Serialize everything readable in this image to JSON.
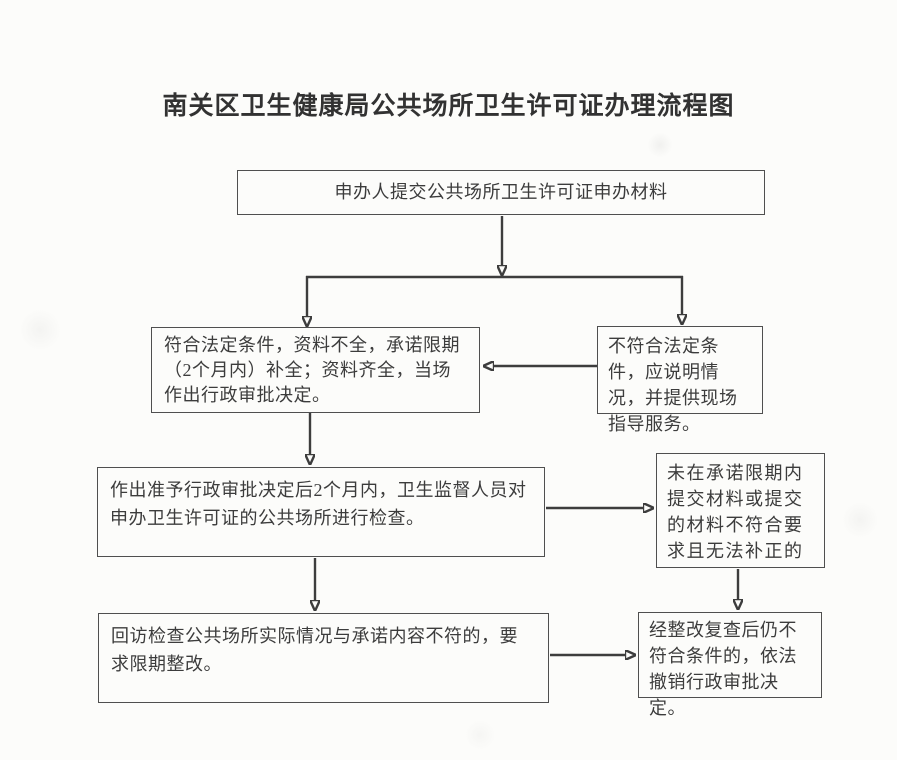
{
  "page": {
    "title": "南关区卫生健康局公共场所卫生许可证办理流程图"
  },
  "flowchart": {
    "nodes": {
      "submit": {
        "text": "申办人提交公共场所卫生许可证申办材料"
      },
      "meets": {
        "text": "符合法定条件，资料不全，承诺限期（2个月内）补全；资料齐全，当场作出行政审批决定。"
      },
      "notmeets": {
        "text": "不符合法定条件，应说明情况，并提供现场指导服务。"
      },
      "inspect": {
        "text": "作出准予行政审批决定后2个月内，卫生监督人员对申办卫生许可证的公共场所进行检查。"
      },
      "fail": {
        "text": "未在承诺限期内提交材料或提交的材料不符合要求且无法补正的"
      },
      "revisit": {
        "text": "回访检查公共场所实际情况与承诺内容不符的，要求限期整改。"
      },
      "revoke": {
        "text": "经整改复查后仍不符合条件的，依法撤销行政审批决定。"
      }
    },
    "edges": [
      {
        "from": "submit",
        "to": "meets"
      },
      {
        "from": "submit",
        "to": "notmeets"
      },
      {
        "from": "notmeets",
        "to": "meets"
      },
      {
        "from": "meets",
        "to": "inspect"
      },
      {
        "from": "inspect",
        "to": "fail"
      },
      {
        "from": "inspect",
        "to": "revisit"
      },
      {
        "from": "fail",
        "to": "revoke"
      },
      {
        "from": "revisit",
        "to": "revoke"
      }
    ],
    "colors": {
      "ink": "#3c3c3c",
      "border": "#4f4f4f",
      "paper": "#fcfcfa",
      "arrow": "#3d3d3d"
    }
  }
}
